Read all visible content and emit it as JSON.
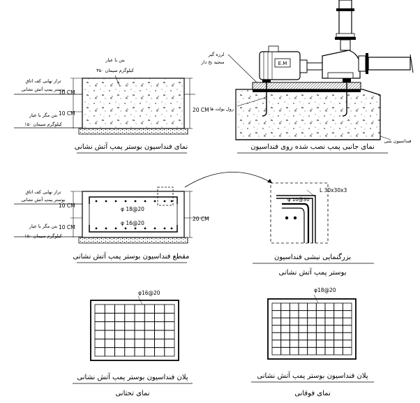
{
  "top_left": {
    "caption": "نمای فنداسیون بوستر پمپ آتش نشانی",
    "concrete_note_1": "بتن با عیار",
    "concrete_note_2": "۳۵۰ کیلوگرم سیمان",
    "floor_note_1": "تراز نهایی کف اتاق",
    "floor_note_2": "بوستر پمپ آتش نشانی",
    "lean_note_1": "بتن مگر با عیار",
    "lean_note_2": "۱۵۰ کیلوگرم سیمان",
    "dim_top": "10 CM",
    "dim_bottom": "10 CM",
    "dim_total": "20 CM"
  },
  "top_right": {
    "caption": "نمای جانبی پمپ نصب شده روی فنداسیون",
    "vibration_note_1": "لرزه گیر",
    "vibration_note_2": "منجید نخ دار",
    "bolt_note": "رول بولت ها",
    "foundation_note": "فنداسیون بتنی",
    "motor_label": "E.M"
  },
  "mid_left": {
    "caption": "مقطع فنداسیون بوستر پمپ آتش نشانی",
    "floor_note_1": "تراز نهایی کف اتاق",
    "floor_note_2": "بوستر پمپ آتش نشانی",
    "lean_note_1": "بتن مگر با عیار",
    "lean_note_2": "۱۵۰ کیلوگرم سیمان",
    "rebar_top": "φ 18@20",
    "rebar_bottom": "φ 16@20",
    "dim_top": "10 CM",
    "dim_bottom": "10 CM",
    "dim_total": "20 CM"
  },
  "mid_right": {
    "caption": "بزرگنمایی نبشی فنداسیون",
    "subcaption": "بوستر پمپ آتش نشانی",
    "angle_label": "L 30x30x3",
    "rebar_label": "φ 10@30"
  },
  "bottom_left": {
    "caption": "پلان فنداسیون بوستر پمپ آتش نشانی",
    "subcaption": "نمای تحتانی",
    "rebar_label": "φ16@20"
  },
  "bottom_right": {
    "caption": "پلان فنداسیون بوستر پمپ آتش نشانی",
    "subcaption": "نمای فوقانی",
    "rebar_label": "φ18@20"
  },
  "colors": {
    "line": "#000000",
    "background": "#ffffff"
  }
}
